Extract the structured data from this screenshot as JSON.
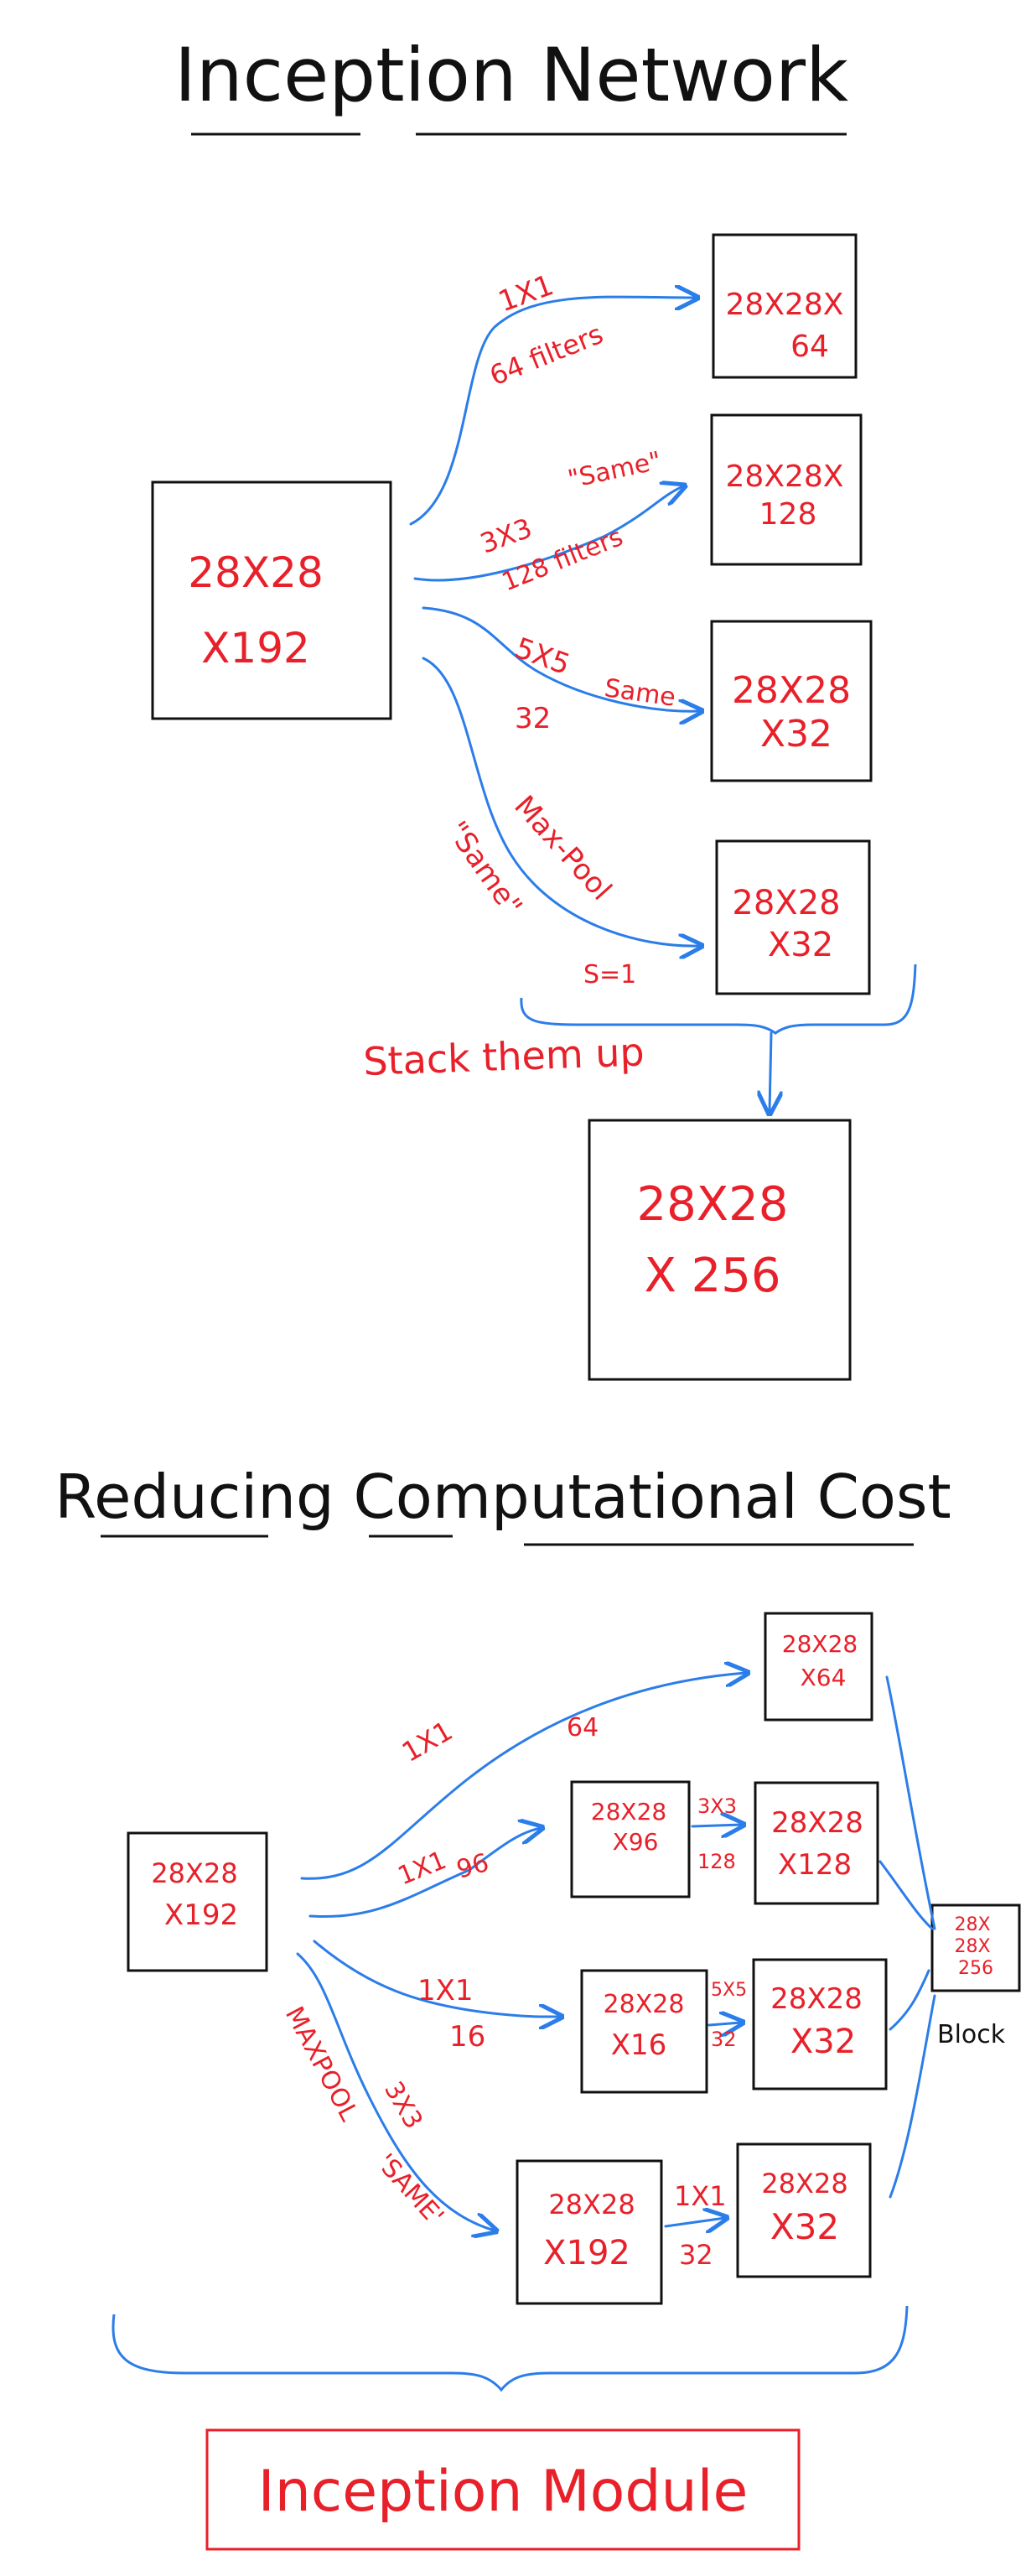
{
  "titles": {
    "inception_network": "Inception Network",
    "reducing_cost": "Reducing Computational Cost",
    "inception_module": "Inception Module"
  },
  "top": {
    "input": [
      "28X28",
      "X192"
    ],
    "out1": [
      "28X28X",
      "64"
    ],
    "out2": [
      "28X28X",
      "128"
    ],
    "out3": [
      "28X28",
      "X32"
    ],
    "out4": [
      "28X28",
      "X32"
    ],
    "stacked": [
      "28X28",
      "X  256"
    ],
    "labels": {
      "b1_size": "1X1",
      "b1_filters": "64 filters",
      "b2_same": "\"Same\"",
      "b2_size": "3X3",
      "b2_filters": "128 filters",
      "b3_size": "5X5",
      "b3_n": "32",
      "b3_same": "Same",
      "b4_pool": "Max-Pool",
      "b4_same": "\"Same\"",
      "b4_s": "S=1",
      "stack": "Stack them up"
    }
  },
  "bottom": {
    "input": [
      "28X28",
      "X192"
    ],
    "out64": [
      "28X28",
      "X64"
    ],
    "mid96": [
      "28X28",
      "X96"
    ],
    "out128": [
      "28X28",
      "X128"
    ],
    "mid16": [
      "28X28",
      "X16"
    ],
    "out32a": [
      "28X28",
      "X32"
    ],
    "mid192": [
      "28X28",
      "X192"
    ],
    "out32b": [
      "28X28",
      "X32"
    ],
    "block": [
      "28X",
      "28X",
      "256"
    ],
    "block_label": "Block",
    "labels": {
      "p1_size": "1X1",
      "p1_n": "64",
      "p2_size": "1X1",
      "p2_n": "96",
      "p2b_size": "3X3",
      "p2b_n": "128",
      "p3_size": "1X1",
      "p3_n": "16",
      "p3b_size": "5X5",
      "p3b_n": "32",
      "p4_pool": "MAXPOOL",
      "p4_size": "3X3",
      "p4_same": "'SAME'",
      "p4b_size": "1X1",
      "p4b_n": "32"
    }
  },
  "colors": {
    "ink": "#111111",
    "red": "#e8202a",
    "blue": "#2b7de9"
  }
}
